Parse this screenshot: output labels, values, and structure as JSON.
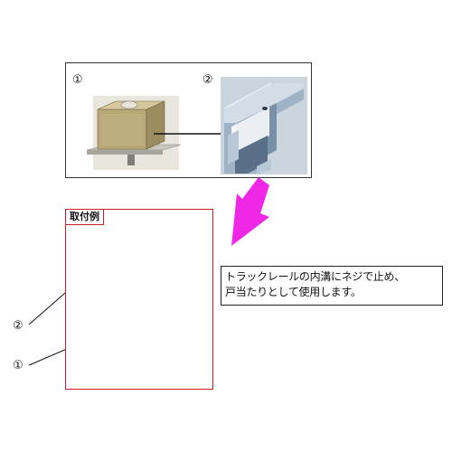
{
  "photos": {
    "stopper_number": "①",
    "rail_number": "②"
  },
  "mounting_example": {
    "title": "取付例",
    "callout_rail": "②",
    "callout_stopper": "①"
  },
  "note": {
    "line1": "トラックレールの内溝にネジで止め、",
    "line2": "戸当たりとして使用します。"
  },
  "colors": {
    "frame_red": "#c8201f",
    "arrow_magenta": "#ee28e6",
    "rail_steel": "#8ea6c0",
    "stopper_brass": "#b9a878"
  }
}
